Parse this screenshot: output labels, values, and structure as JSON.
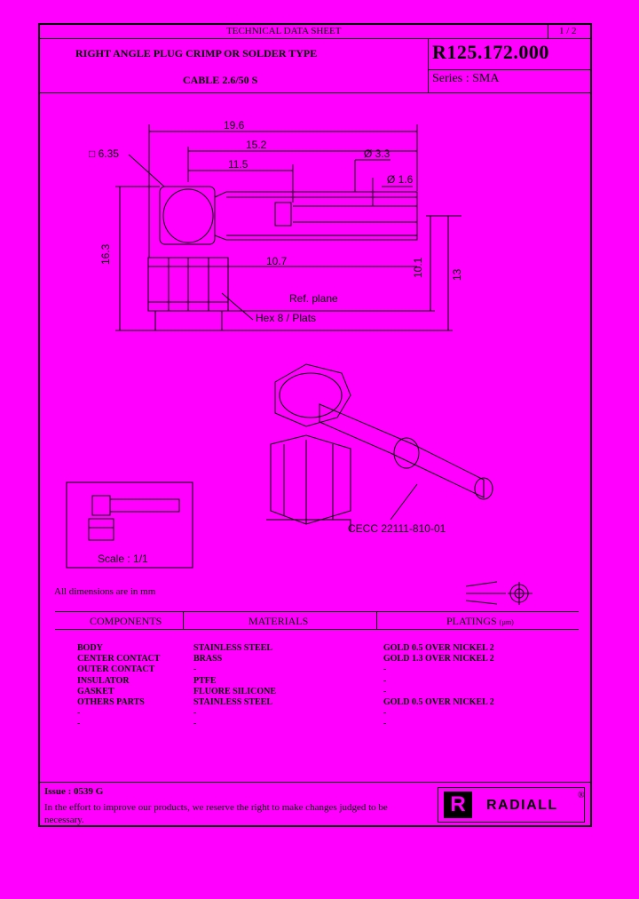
{
  "header": {
    "sheet_title": "TECHNICAL DATA SHEET",
    "page": "1 / 2",
    "product_title": "RIGHT ANGLE PLUG CRIMP OR SOLDER TYPE",
    "cable": "CABLE 2.6/50 S",
    "part_number": "R125.172.000",
    "series": "Series : SMA"
  },
  "drawing": {
    "dimensions": {
      "d19_6": "19.6",
      "d15_2": "15.2",
      "d11_5": "11.5",
      "d10_7": "10.7",
      "d16_3": "16.3",
      "d10_1": "10.1",
      "d13": "13",
      "square": "□ 6.35",
      "dia3_3": "Ø 3.3",
      "dia1_6": "Ø 1.6"
    },
    "ref_plane": "Ref. plane",
    "hex": "Hex 8 / Plats",
    "cecc": "CECC 22111-810-01",
    "scale": "Scale : 1/1",
    "all_dimensions": "All dimensions are in mm"
  },
  "table": {
    "headers": {
      "components": "COMPONENTS",
      "materials": "MATERIALS",
      "platings": "PLATINGS",
      "platings_unit": "(µm)"
    },
    "rows": [
      {
        "component": "BODY",
        "material": "STAINLESS STEEL",
        "plating": "GOLD 0.5 OVER NICKEL 2"
      },
      {
        "component": "CENTER CONTACT",
        "material": "BRASS",
        "plating": "GOLD 1.3 OVER NICKEL 2"
      },
      {
        "component": "OUTER CONTACT",
        "material": "-",
        "plating": "-"
      },
      {
        "component": "INSULATOR",
        "material": "PTFE",
        "plating": "-"
      },
      {
        "component": "GASKET",
        "material": "FLUORE SILICONE",
        "plating": "-"
      },
      {
        "component": "OTHERS PARTS",
        "material": "STAINLESS STEEL",
        "plating": "GOLD 0.5 OVER NICKEL 2"
      },
      {
        "component": "-",
        "material": "-",
        "plating": "-"
      },
      {
        "component": "-",
        "material": "-",
        "plating": "-"
      }
    ]
  },
  "footer": {
    "issue": "Issue : 0539  G",
    "note_line1": "In the effort to improve our products, we reserve the right to make changes judged to be",
    "note_line2": "necessary.",
    "logo_text": "RADIALL",
    "registered": "®"
  }
}
